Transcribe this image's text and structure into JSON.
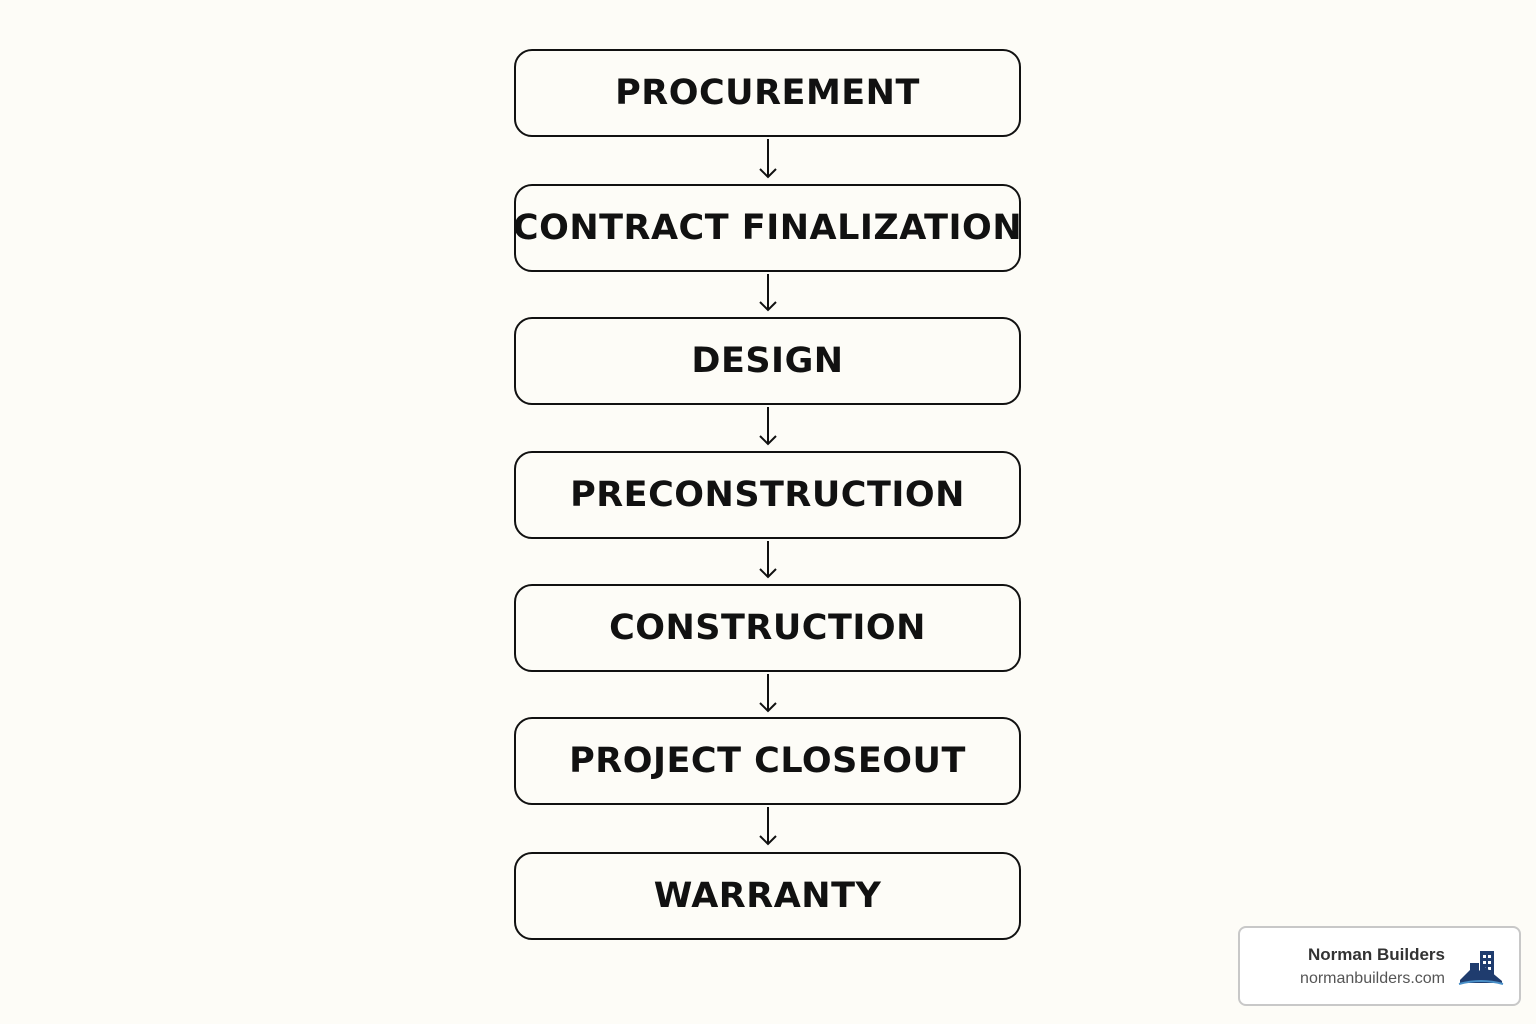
{
  "steps": [
    {
      "label": "PROCUREMENT"
    },
    {
      "label": "CONTRACT FINALIZATION"
    },
    {
      "label": "DESIGN"
    },
    {
      "label": "PRECONSTRUCTION"
    },
    {
      "label": "CONSTRUCTION"
    },
    {
      "label": "PROJECT CLOSEOUT"
    },
    {
      "label": "WARRANTY"
    }
  ],
  "connector_icon": "down-arrow-icon",
  "brand": {
    "name": "Norman Builders",
    "url": "normanbuilders.com",
    "logo_icon": "building-logo-icon",
    "logo_color": "#1f3c6e"
  },
  "colors": {
    "background": "#fdfcf7",
    "stroke": "#111111"
  }
}
